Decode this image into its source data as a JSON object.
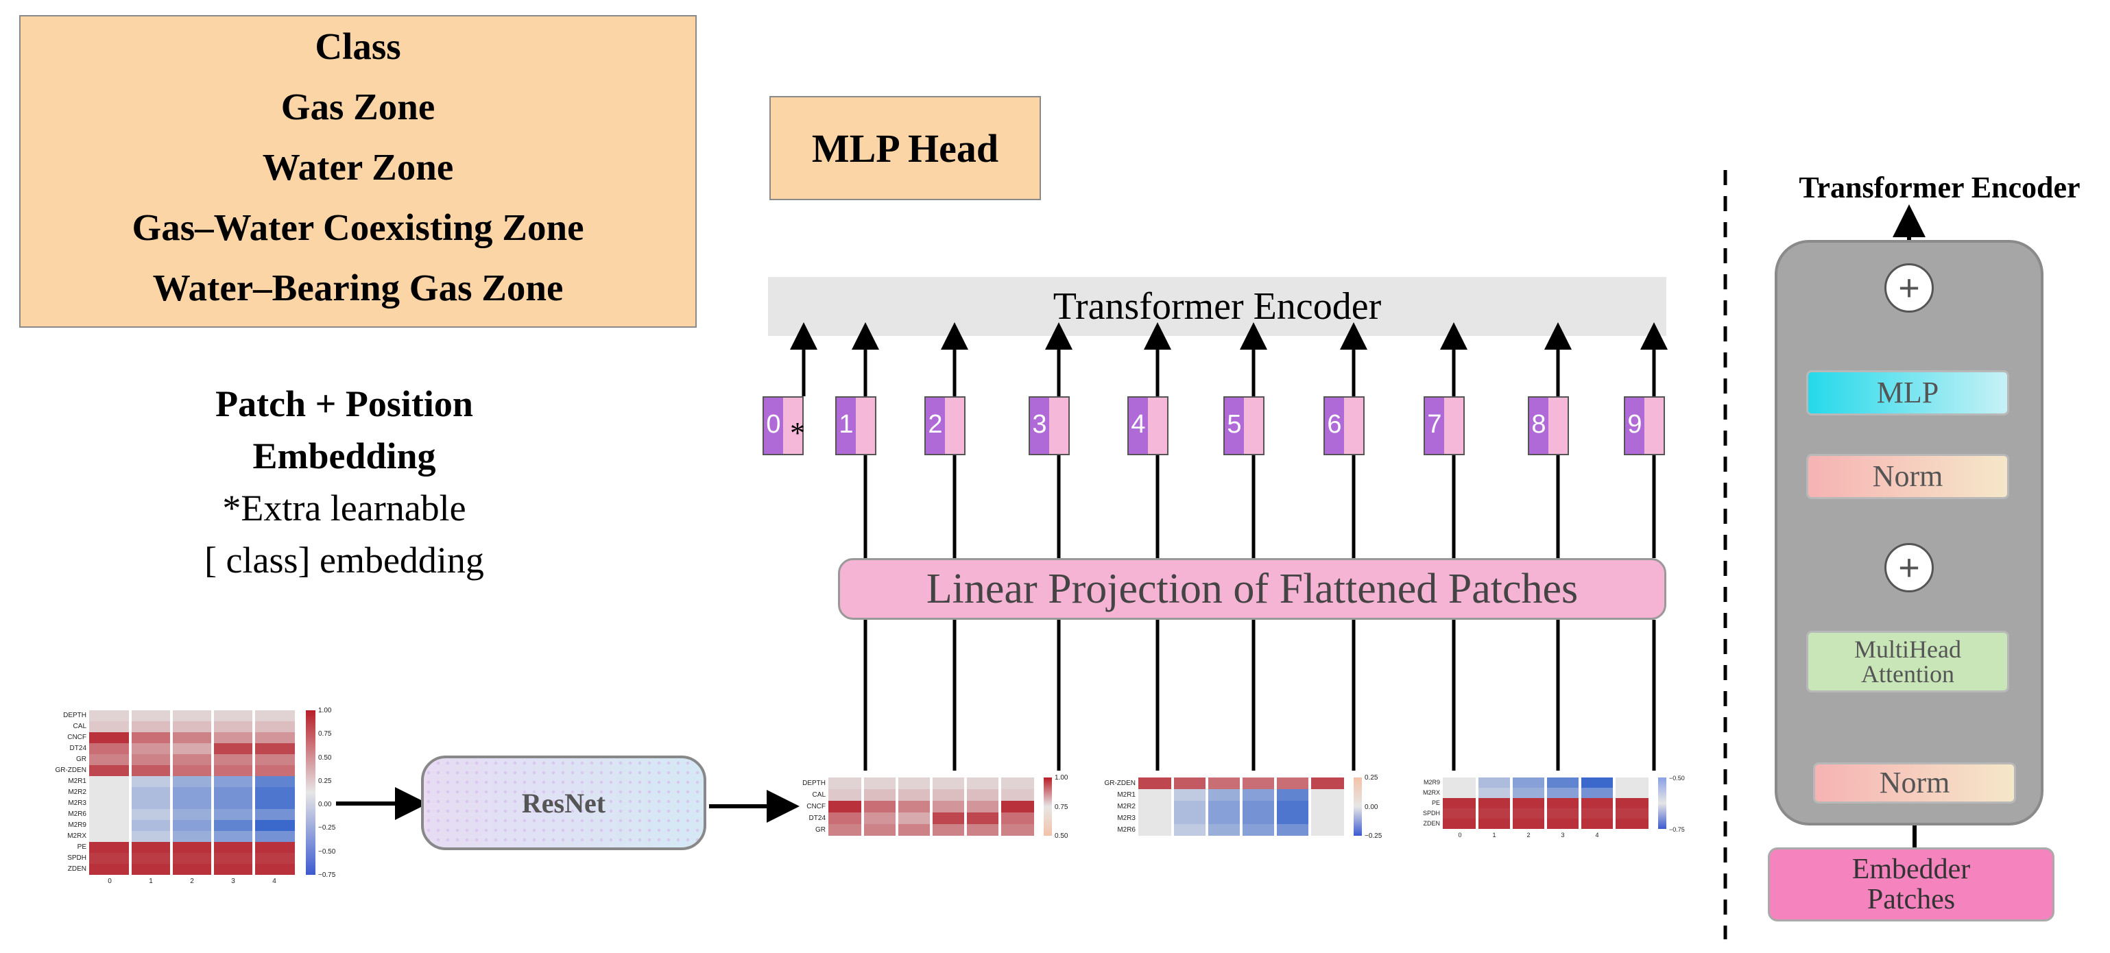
{
  "class_box": {
    "lines": [
      "Class",
      "Gas Zone",
      "Water Zone",
      "Gas–Water Coexisting Zone",
      "Water–Bearing Gas Zone"
    ]
  },
  "mlp_head": "MLP Head",
  "embedding_text": {
    "line1": "Patch + Position",
    "line2": "Embedding",
    "line3": "*Extra learnable",
    "line4": "[  class] embedding"
  },
  "transformer_bar": "Transformer Encoder",
  "projection_bar": "Linear Projection of Flattened Patches",
  "tokens": [
    "0",
    "1",
    "2",
    "3",
    "4",
    "5",
    "6",
    "7",
    "8",
    "9"
  ],
  "star": "*",
  "resnet": "ResNet",
  "encoder_detail": {
    "title": "Transformer Encoder",
    "mlp": "MLP",
    "norm_top": "Norm",
    "attention_line1": "MultiHead",
    "attention_line2": "Attention",
    "norm_bottom": "Norm",
    "plus": "+",
    "embedder_line1": "Embedder",
    "embedder_line2": "Patches"
  },
  "heatmap_input": {
    "row_labels": [
      "DEPTH",
      "CAL",
      "CNCF",
      "DT24",
      "GR",
      "GR-ZDEN",
      "M2R1",
      "M2R2",
      "M2R3",
      "M2R6",
      "M2R9",
      "M2RX",
      "PE",
      "SPDH",
      "ZDEN"
    ],
    "col_labels": [
      "0",
      "1",
      "2",
      "3",
      "4"
    ],
    "colorbar_ticks": [
      "1.00",
      "0.75",
      "0.50",
      "0.25",
      "0.00",
      "−0.25",
      "−0.50",
      "−0.75"
    ]
  },
  "patch_groups": [
    {
      "row_labels": [
        "DEPTH",
        "CAL",
        "CNCF",
        "DT24",
        "GR"
      ],
      "colorbar_ticks": [
        "1.00",
        "0.75",
        "0.50"
      ]
    },
    {
      "row_labels": [
        "GR-ZDEN",
        "M2R1",
        "M2R2",
        "M2R3",
        "M2R6"
      ],
      "colorbar_ticks": [
        "0.25",
        "0.00",
        "−0.25"
      ]
    },
    {
      "row_labels": [
        "M2R9",
        "M2RX",
        "PE",
        "SPDH",
        "ZDEN"
      ],
      "col_labels": [
        "0",
        "1",
        "2",
        "3",
        "4"
      ],
      "colorbar_ticks": [
        "−0.50",
        "−0.75"
      ]
    }
  ],
  "colors": {
    "peach": "#fcd5a6",
    "pink_bar": "#f6b4d4",
    "token_purple": "#b06ad8",
    "token_pink": "#f6b8d8",
    "encoder_gray": "#a6a6a6",
    "mlp_cyan": "#2fe0ee",
    "attention_green": "#c9e6b9",
    "embedder_pink": "#f583bd"
  }
}
